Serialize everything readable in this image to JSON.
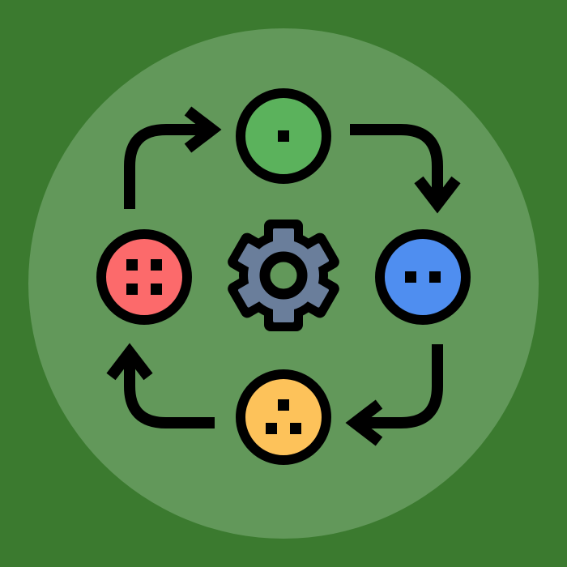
{
  "colors": {
    "background": "#3b7a2f",
    "disc": "#62985a",
    "outline": "#000000",
    "gear": "#6a7e9b",
    "node_top": "#5bb25c",
    "node_right": "#4f8ef0",
    "node_bottom": "#fdc25a",
    "node_left": "#fc6a6b"
  },
  "icons": [
    "cycle-icon",
    "gear-icon"
  ],
  "nodes": [
    {
      "position": "top",
      "dots": 1
    },
    {
      "position": "right",
      "dots": 2
    },
    {
      "position": "bottom",
      "dots": 3
    },
    {
      "position": "left",
      "dots": 4
    }
  ]
}
